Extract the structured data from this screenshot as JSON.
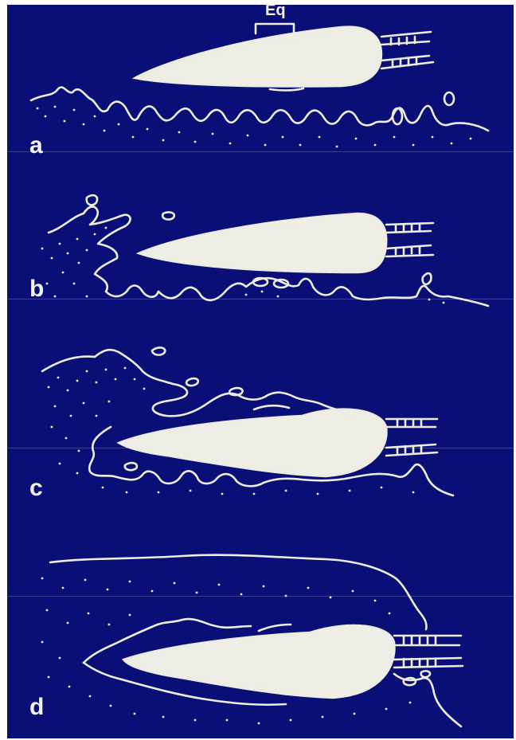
{
  "figure": {
    "annotation": "Eq",
    "panels": [
      {
        "label": "a"
      },
      {
        "label": "b"
      },
      {
        "label": "c"
      },
      {
        "label": "d"
      }
    ]
  },
  "colors": {
    "background": "#0a0f78",
    "line": "#ecece2",
    "page": "#ffffff"
  }
}
